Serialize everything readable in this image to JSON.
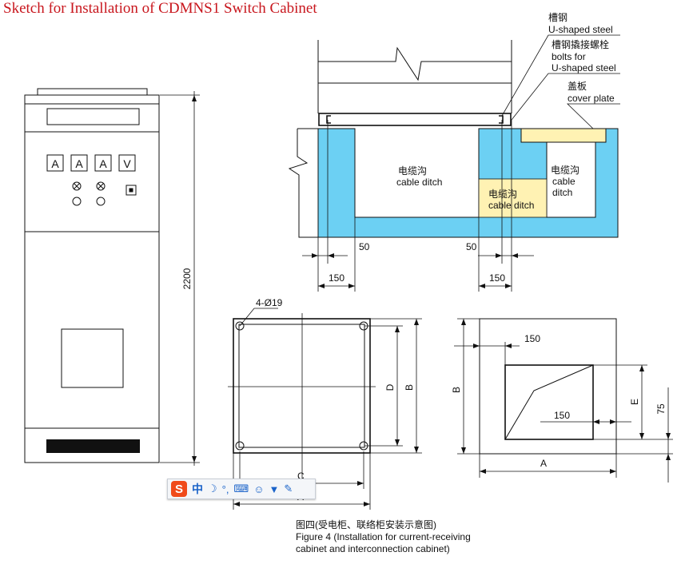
{
  "title": "Sketch for Installation of CDMNS1 Switch Cabinet",
  "front_view": {
    "meters": [
      "A",
      "A",
      "A",
      "V"
    ],
    "height_dim": "2200"
  },
  "section_view": {
    "u_steel_cn": "槽钢",
    "u_steel_en": "U-shaped steel",
    "bolts_cn": "槽钢撬接螺栓",
    "bolts_en_1": "bolts for",
    "bolts_en_2": "U-shaped steel",
    "cover_cn": "盖板",
    "cover_en": "cover plate",
    "ditch_main_cn": "电缆沟",
    "ditch_main_en": "cable ditch",
    "ditch_mid_cn": "电缆沟",
    "ditch_mid_en": "cable ditch",
    "ditch_right_cn": "电缆沟",
    "ditch_right_en_1": "cable",
    "ditch_right_en_2": "ditch",
    "dim_50_left": "50",
    "dim_50_right": "50",
    "dim_150_left": "150",
    "dim_150_right": "150"
  },
  "plan_view": {
    "holes": "4-Ø19",
    "dim_d": "D",
    "dim_b": "B",
    "dim_c": "C",
    "dim_a": "A"
  },
  "opening_view": {
    "dim_150_top": "150",
    "dim_150_mid": "150",
    "dim_b": "B",
    "dim_e": "E",
    "dim_75": "75",
    "dim_a": "A"
  },
  "caption": {
    "cn": "图四(受电柜、联络柜安装示意图)",
    "en_1": "Figure 4 (Installation for current-receiving",
    "en_2": "cabinet and interconnection cabinet)"
  },
  "ime_toolbar": {
    "logo": "S",
    "mode": "中"
  },
  "colors": {
    "title": "#c8161d",
    "ditch_blue": "#6cd0f3",
    "cover_yellow": "#fff2b3"
  }
}
